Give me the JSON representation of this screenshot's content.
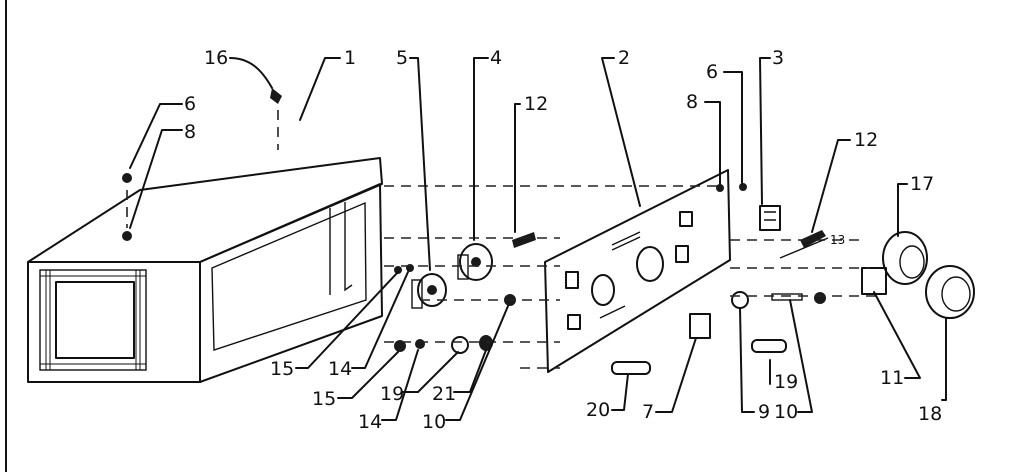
{
  "diagram": {
    "callouts": [
      {
        "id": "c16a",
        "text": "16"
      },
      {
        "id": "c1",
        "text": "1"
      },
      {
        "id": "c6a",
        "text": "6"
      },
      {
        "id": "c8a",
        "text": "8"
      },
      {
        "id": "c5",
        "text": "5"
      },
      {
        "id": "c4",
        "text": "4"
      },
      {
        "id": "c12a",
        "text": "12"
      },
      {
        "id": "c2",
        "text": "2"
      },
      {
        "id": "c8b",
        "text": "8"
      },
      {
        "id": "c6b",
        "text": "6"
      },
      {
        "id": "c3",
        "text": "3"
      },
      {
        "id": "c12b",
        "text": "12"
      },
      {
        "id": "c17",
        "text": "17"
      },
      {
        "id": "c13",
        "text": "13"
      },
      {
        "id": "c15a",
        "text": "15"
      },
      {
        "id": "c14a",
        "text": "14"
      },
      {
        "id": "c15b",
        "text": "15"
      },
      {
        "id": "c14b",
        "text": "14"
      },
      {
        "id": "c19a",
        "text": "19"
      },
      {
        "id": "c21",
        "text": "21"
      },
      {
        "id": "c10a",
        "text": "10"
      },
      {
        "id": "c20",
        "text": "20"
      },
      {
        "id": "c7",
        "text": "7"
      },
      {
        "id": "c9",
        "text": "9"
      },
      {
        "id": "c19b",
        "text": "19"
      },
      {
        "id": "c10b",
        "text": "10"
      },
      {
        "id": "c11",
        "text": "11"
      },
      {
        "id": "c18",
        "text": "18"
      }
    ]
  }
}
